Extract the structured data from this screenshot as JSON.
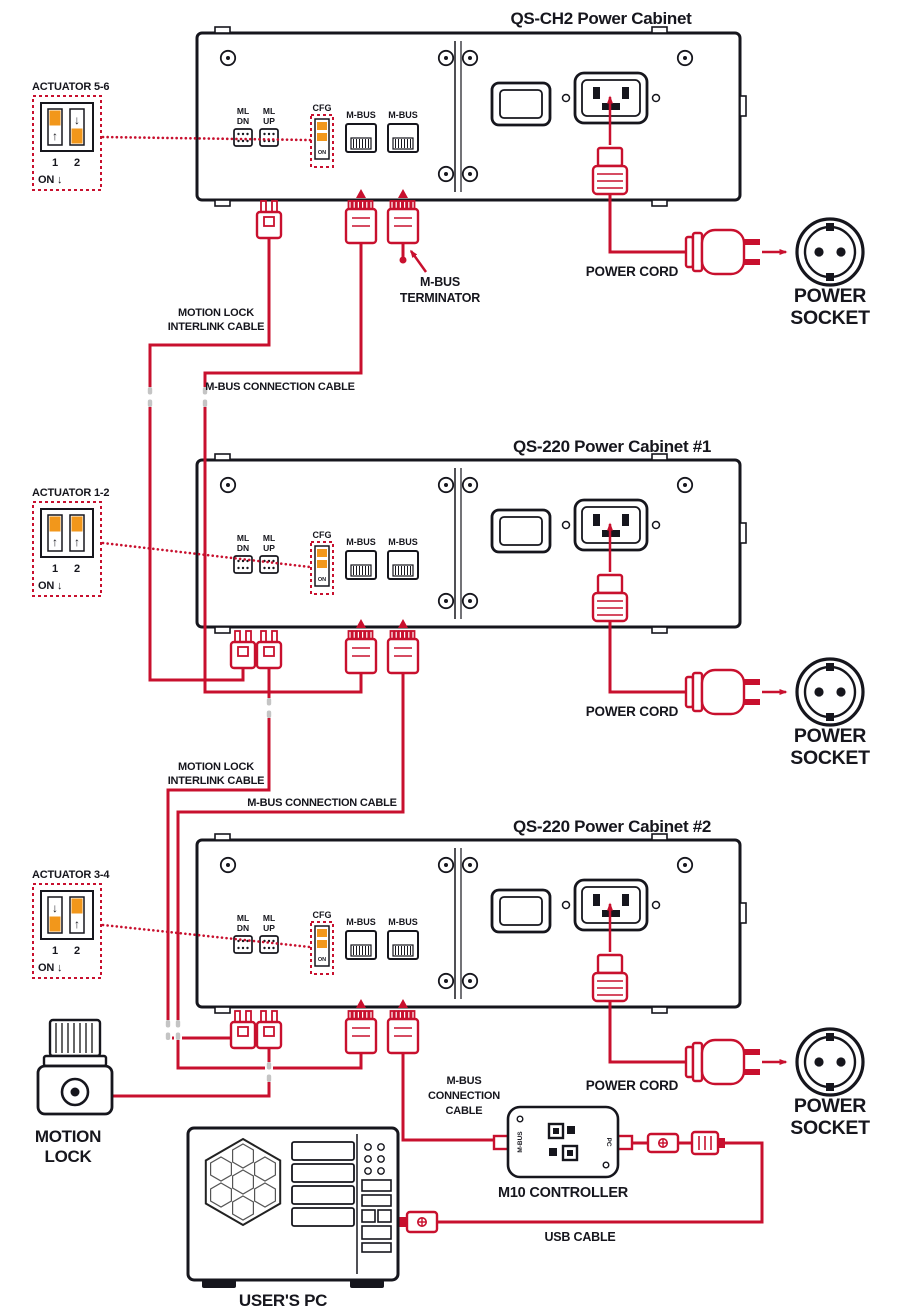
{
  "colors": {
    "accent": "#c8102e",
    "switch_orange": "#f2971b",
    "outline": "#16161d",
    "break_mark": "#c4c4c4"
  },
  "cabinets": [
    {
      "title": "QS-CH2 Power Cabinet"
    },
    {
      "title": "QS-220 Power Cabinet #1"
    },
    {
      "title": "QS-220 Power Cabinet #2"
    }
  ],
  "ports": {
    "ml": "ML",
    "dn": "DN",
    "up": "UP",
    "cfg": "CFG",
    "mbus": "M-BUS",
    "on": "ON"
  },
  "actuators": [
    {
      "label": "ACTUATOR 5-6",
      "switches": [
        "↑",
        "↓"
      ],
      "pins": [
        "1",
        "2"
      ],
      "on_label": "ON ↓"
    },
    {
      "label": "ACTUATOR 1-2",
      "switches": [
        "↑",
        "↑"
      ],
      "pins": [
        "1",
        "2"
      ],
      "on_label": "ON ↓"
    },
    {
      "label": "ACTUATOR 3-4",
      "switches": [
        "↓",
        "↑"
      ],
      "pins": [
        "1",
        "2"
      ],
      "on_label": "ON ↓"
    }
  ],
  "cables": {
    "interlink": [
      "MOTION LOCK",
      "INTERLINK CABLE"
    ],
    "mbus_conn": "M-BUS CONNECTION CABLE",
    "mbus_conn_stack": [
      "M-BUS",
      "CONNECTION",
      "CABLE"
    ],
    "terminator": [
      "M-BUS",
      "TERMINATOR"
    ],
    "power_cord": "POWER CORD",
    "usb": "USB CABLE"
  },
  "devices": {
    "socket": [
      "POWER",
      "SOCKET"
    ],
    "motion_lock": [
      "MOTION",
      "LOCK"
    ],
    "m10": "M10 CONTROLLER",
    "m10_left": "M-BUS",
    "m10_right": "PC",
    "pc": "USER'S PC"
  }
}
